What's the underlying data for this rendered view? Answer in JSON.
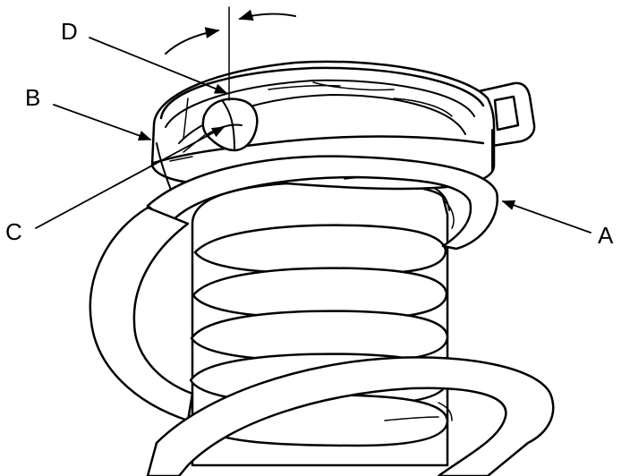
{
  "diagram": {
    "labels": {
      "a": "A",
      "b": "B",
      "c": "C",
      "d": "D"
    },
    "colors": {
      "ink": "#000000",
      "paper": "#ffffff"
    },
    "rotation_arrow": "counter-clockwise"
  }
}
